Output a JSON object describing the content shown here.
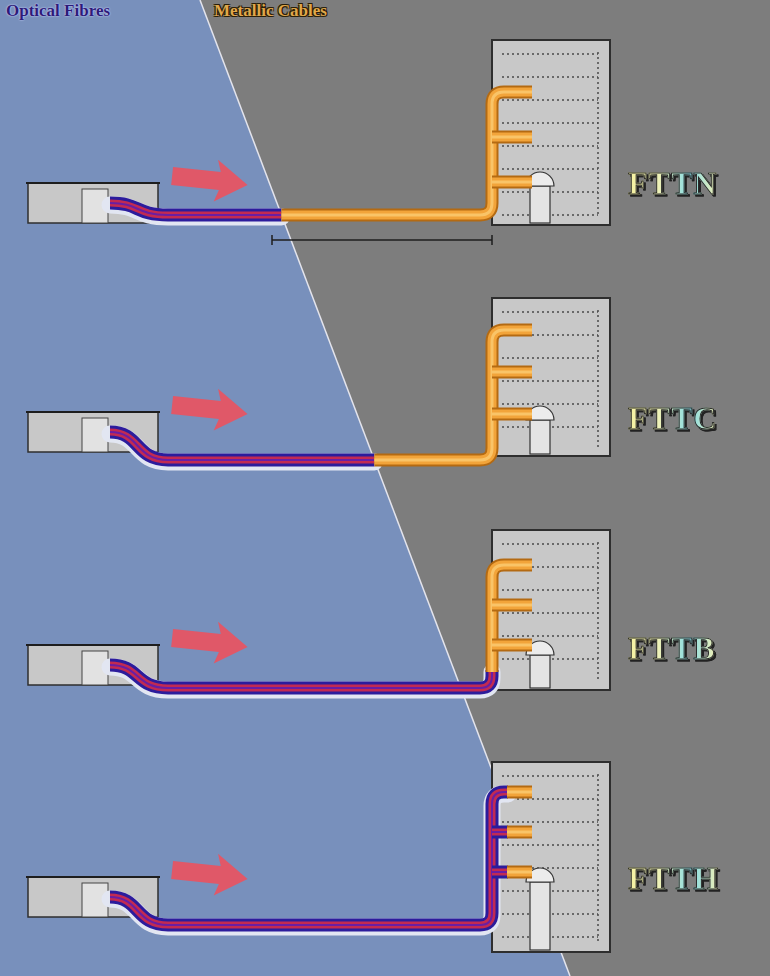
{
  "diagram": {
    "labels": [
      "Optical Fibres",
      "Metallic Cables",
      "FTTN",
      "FTTC",
      "FTTB",
      "FTTH"
    ]
  }
}
